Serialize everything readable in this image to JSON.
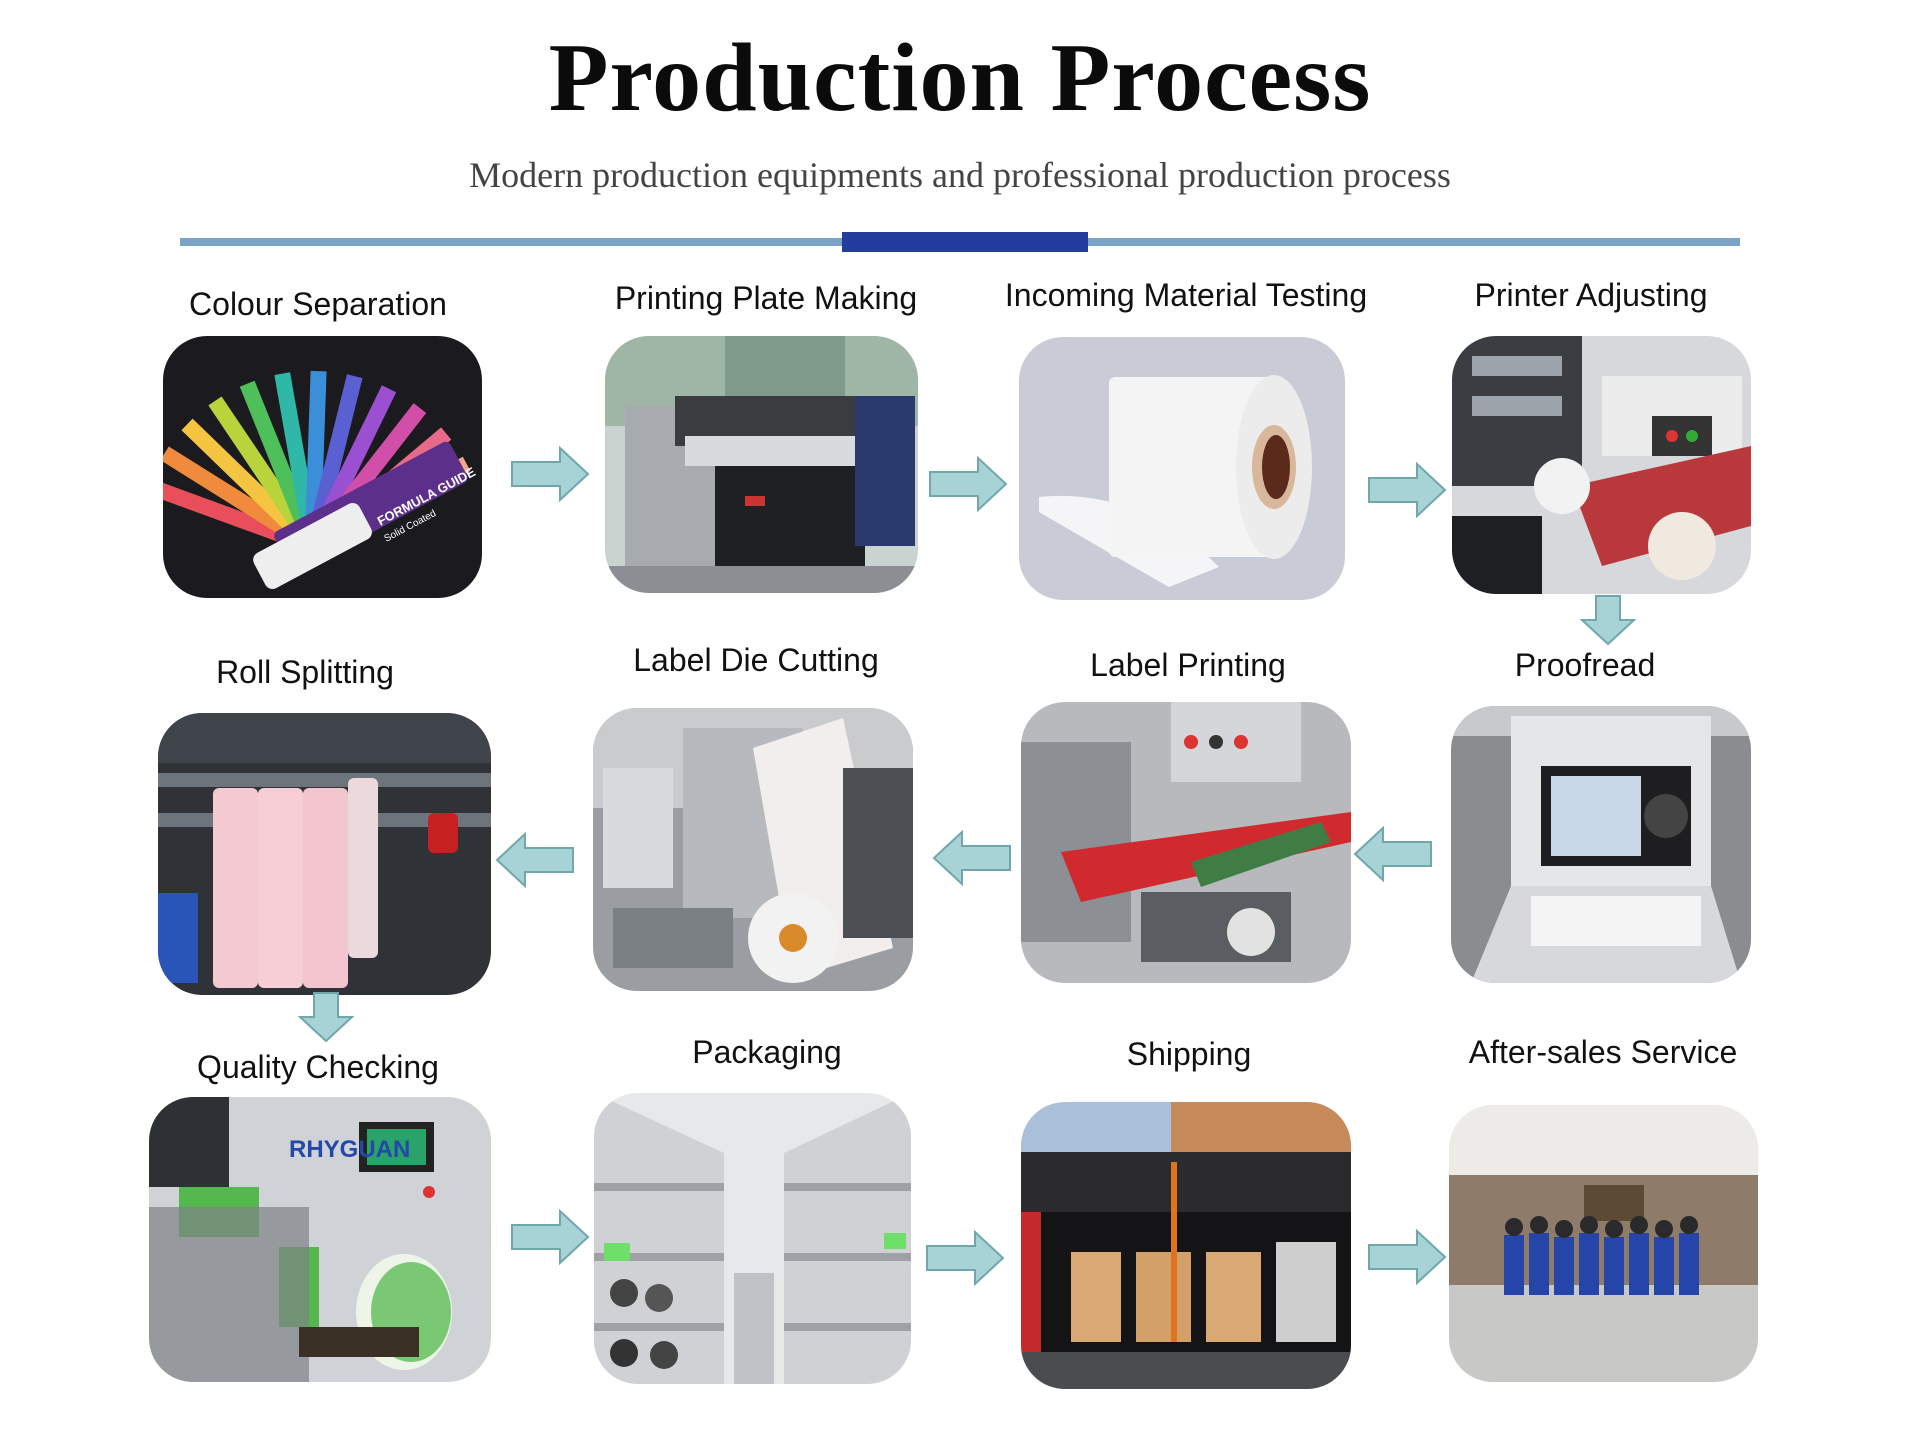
{
  "header": {
    "title": "Production Process",
    "subtitle": "Modern production equipments and professional production process"
  },
  "colors": {
    "divider": "#7ba3c6",
    "divider_accent": "#233d9e",
    "arrow_fill": "#a7d3d6",
    "arrow_stroke": "#6fa7ab"
  },
  "steps": [
    {
      "label": "Colour Separation",
      "icon": "color-swatch-fan"
    },
    {
      "label": "Printing Plate Making",
      "icon": "plate-maker-machine"
    },
    {
      "label": "Incoming Material Testing",
      "icon": "paper-roll"
    },
    {
      "label": "Printer Adjusting",
      "icon": "printing-press"
    },
    {
      "label": "Proofread",
      "icon": "inspection-scanner"
    },
    {
      "label": "Label Printing",
      "icon": "label-printer"
    },
    {
      "label": "Label Die Cutting",
      "icon": "die-cutting-machine"
    },
    {
      "label": "Roll Splitting",
      "icon": "slitting-machine"
    },
    {
      "label": "Quality Checking",
      "icon": "inspection-rewinder"
    },
    {
      "label": "Packaging",
      "icon": "warehouse-shelves"
    },
    {
      "label": "Shipping",
      "icon": "loaded-truck"
    },
    {
      "label": "After-sales Service",
      "icon": "service-team"
    }
  ],
  "machine_text": {
    "swatch_brand": "FORMULA GUIDE",
    "swatch_sub": "Solid Coated",
    "rewinder_brand": "RHYGUAN"
  }
}
